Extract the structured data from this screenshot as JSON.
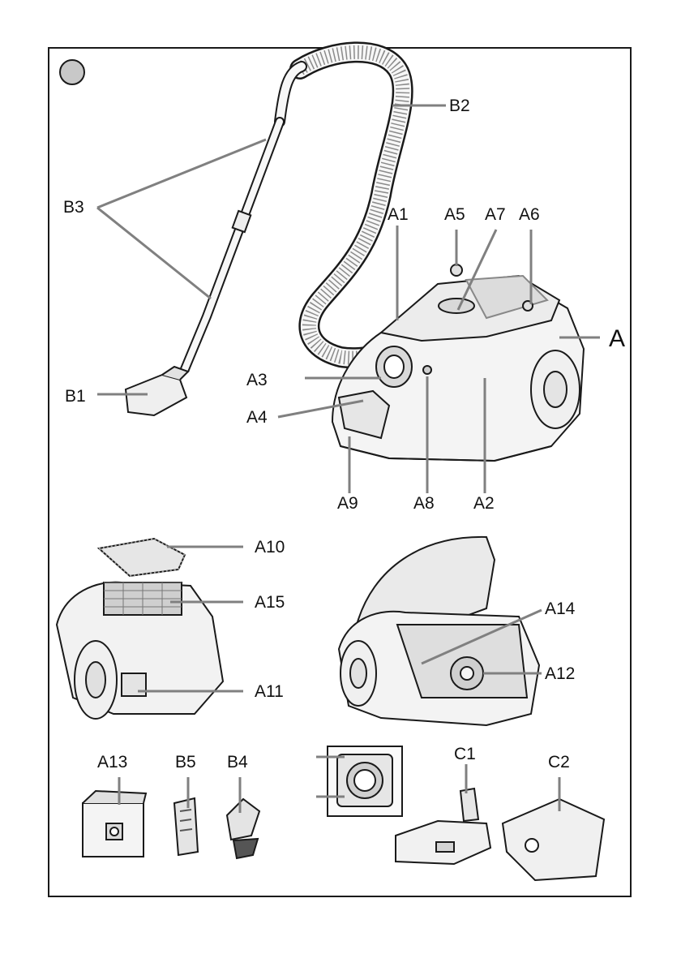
{
  "labels": {
    "A": "A",
    "A1": "A1",
    "A2": "A2",
    "A3": "A3",
    "A4": "A4",
    "A5": "A5",
    "A6": "A6",
    "A7": "A7",
    "A8": "A8",
    "A9": "A9",
    "A10": "A10",
    "A11": "A11",
    "A12": "A12",
    "A13": "A13",
    "A14": "A14",
    "A15": "A15",
    "B1": "B1",
    "B2": "B2",
    "B3": "B3",
    "B4": "B4",
    "B5": "B5",
    "C1": "C1",
    "C2": "C2"
  },
  "colors": {
    "leader": "#808080",
    "stroke": "#1a1a1a",
    "body": "#f4f4f4",
    "shade": "#d9d9d9",
    "badge": "#c8c8c8"
  }
}
